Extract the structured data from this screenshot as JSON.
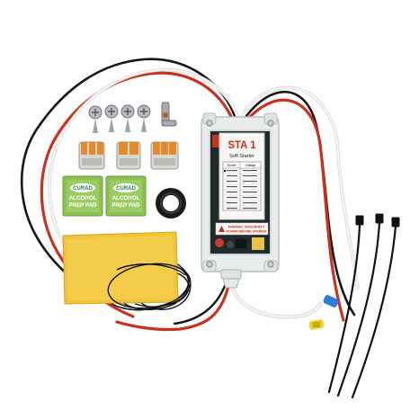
{
  "product": {
    "brand_mark": "STA 1",
    "subtitle": "Soft Starter",
    "table_header_model": "Model",
    "table_header_voltage": "Voltage",
    "warning_line1": "WARNING: DISCONNECT",
    "warning_line2": "POWER BEFORE OPENING"
  },
  "prep_pads": {
    "brand": "CURAD",
    "line1": "ALCOHOL",
    "line2": "PREP PAD",
    "count": 2
  },
  "kit": {
    "screw_count": 4,
    "connector_count": 3,
    "cable_tie_count": 3
  },
  "colors": {
    "background": "#ffffff",
    "enclosure": "#e9ecec",
    "wire_red": "#c8321e",
    "wire_black": "#161616",
    "wire_white": "#f3f3f3",
    "connector_orange": "#e58a2b",
    "pad_green": "#7cb342",
    "adhesive_pad": "#f0c53a"
  }
}
